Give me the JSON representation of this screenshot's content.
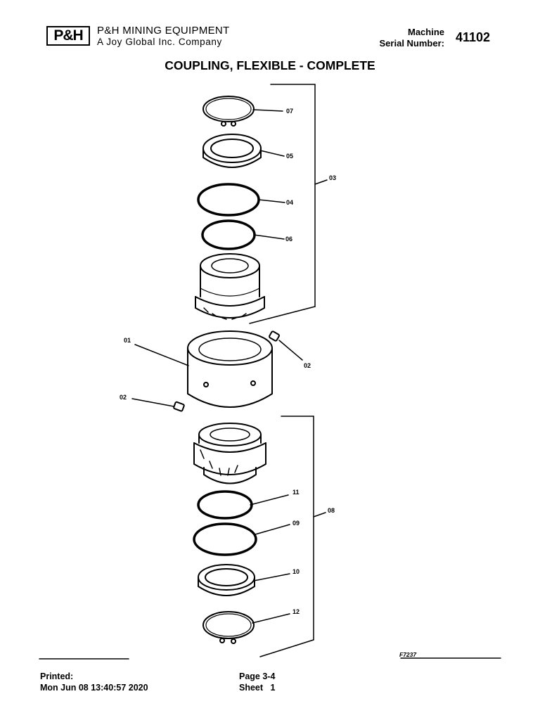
{
  "header": {
    "logo_text": "P&H",
    "company_name": "P&H MINING EQUIPMENT",
    "company_subtitle": "A Joy Global Inc. Company",
    "serial_label_line1": "Machine",
    "serial_label_line2": "Serial Number:",
    "serial_number": "41102"
  },
  "title": "COUPLING, FLEXIBLE - COMPLETE",
  "diagram": {
    "callouts": {
      "c07": "07",
      "c05": "05",
      "c04": "04",
      "c06": "06",
      "c03": "03",
      "c01": "01",
      "c02a": "02",
      "c02b": "02",
      "c11": "11",
      "c08": "08",
      "c09": "09",
      "c10": "10",
      "c12": "12"
    },
    "figure_id": "F7237"
  },
  "footer": {
    "printed_label": "Printed:",
    "printed_date": "Mon Jun 08 13:40:57 2020",
    "page": "Page 3-4",
    "sheet": "Sheet   1"
  }
}
